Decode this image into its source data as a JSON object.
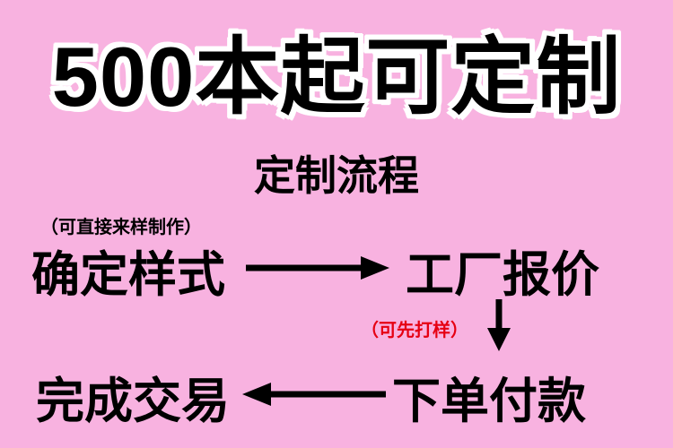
{
  "banner": {
    "title": "500本起可定制"
  },
  "flow": {
    "heading": "定制流程",
    "note_sample": "（可直接来样制作）",
    "note_proof": "（可先打样）",
    "steps": {
      "confirm_style": "确定样式",
      "factory_quote": "工厂报价",
      "order_payment": "下单付款",
      "complete_deal": "完成交易"
    }
  },
  "icons": {
    "arrow_right": "→",
    "arrow_down": "↓",
    "arrow_left": "←"
  },
  "colors": {
    "background": "#f8b2e0",
    "text": "#000000",
    "note_red": "#e60012",
    "title_outline": "#ffffff"
  }
}
